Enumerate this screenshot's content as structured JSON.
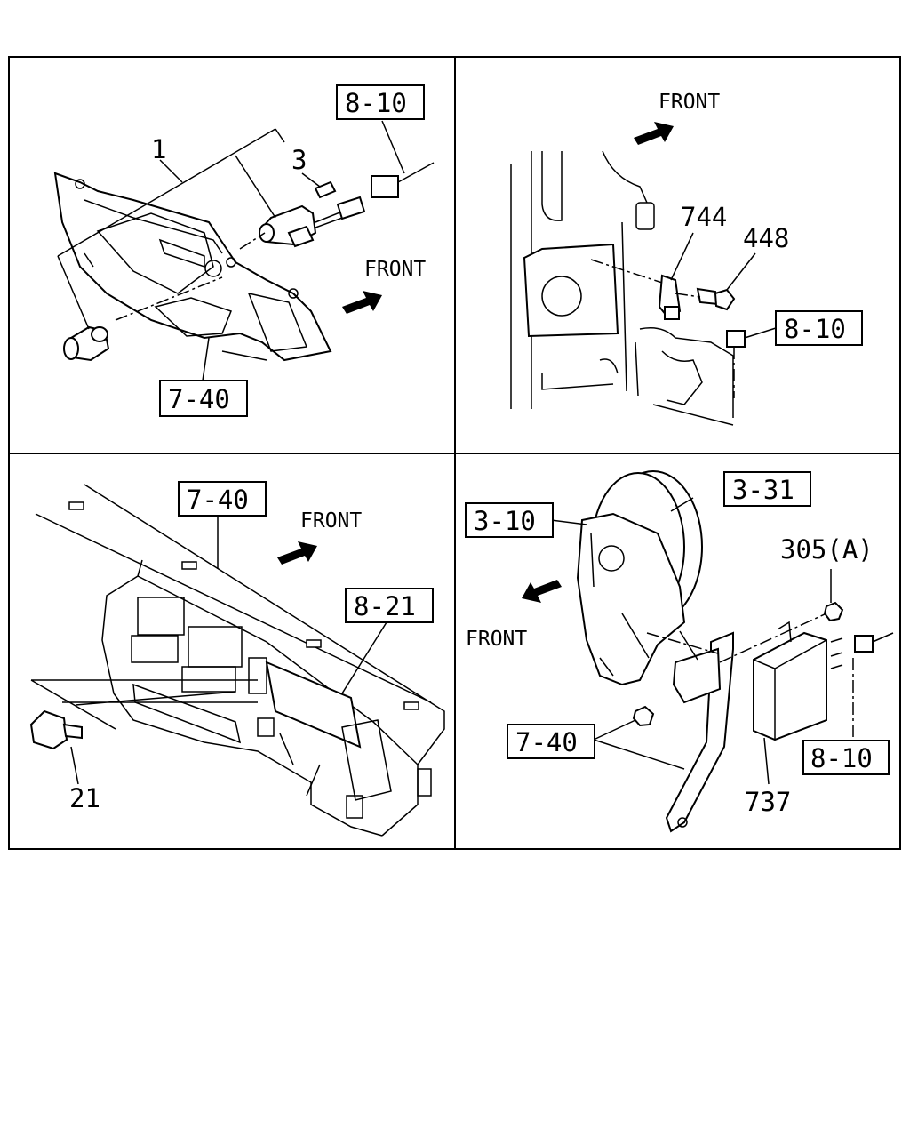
{
  "panels": {
    "top_left": {
      "callouts": {
        "item_1": "1",
        "item_3": "3"
      },
      "refs": {
        "ref_8_10": "8-10",
        "ref_7_40": "7-40"
      },
      "front": "FRONT"
    },
    "top_right": {
      "callouts": {
        "item_744": "744",
        "item_448": "448"
      },
      "refs": {
        "ref_8_10": "8-10"
      },
      "front": "FRONT"
    },
    "bottom_left": {
      "callouts": {
        "item_21": "21"
      },
      "refs": {
        "ref_7_40": "7-40",
        "ref_8_21": "8-21"
      },
      "front": "FRONT"
    },
    "bottom_right": {
      "callouts": {
        "item_305a": "305(A)",
        "item_737": "737"
      },
      "refs": {
        "ref_3_31": "3-31",
        "ref_3_10": "3-10",
        "ref_7_40": "7-40",
        "ref_8_10": "8-10"
      },
      "front": "FRONT"
    }
  },
  "colors": {
    "ink": "#000000",
    "paper": "#ffffff"
  }
}
